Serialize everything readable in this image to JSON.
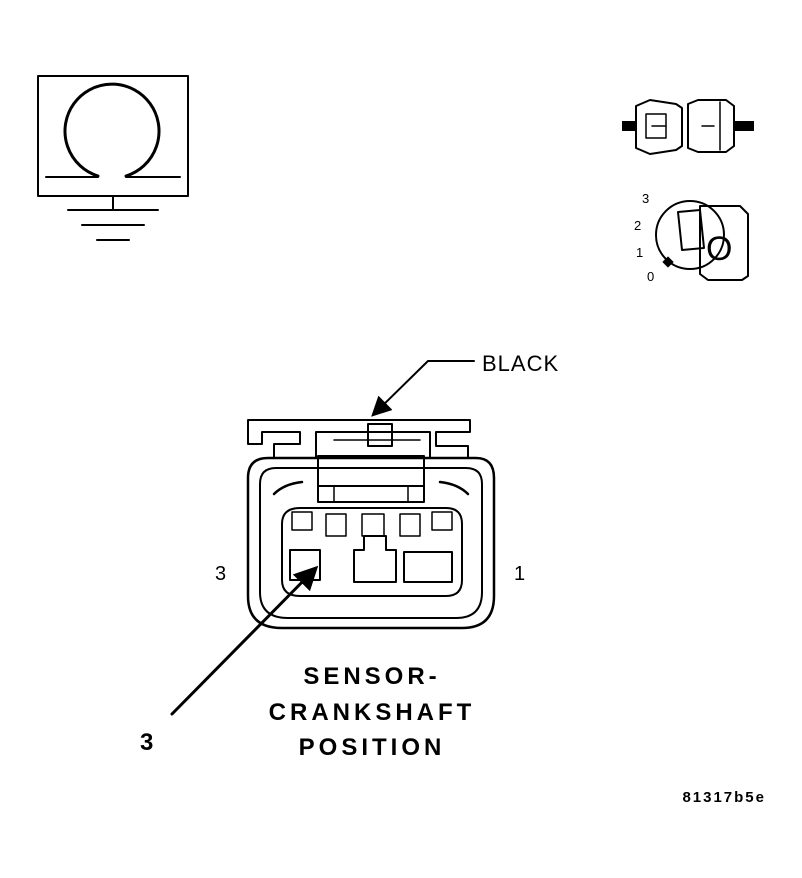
{
  "connector": {
    "wire_color_label": "BLACK",
    "pin_left_label": "3",
    "pin_right_label": "1",
    "callout_number": "3",
    "title_lines": [
      "SENSOR-",
      "CRANKSHAFT",
      "POSITION"
    ]
  },
  "ignition_key": {
    "positions": [
      "3",
      "2",
      "1",
      "0"
    ],
    "key_glyph": "O"
  },
  "figure_code": "81317b5e",
  "icons": {
    "meter": "ohmmeter-icon",
    "ground": "ground-icon",
    "connector": "disconnected-connector-icon",
    "ignition": "ignition-key-icon"
  }
}
